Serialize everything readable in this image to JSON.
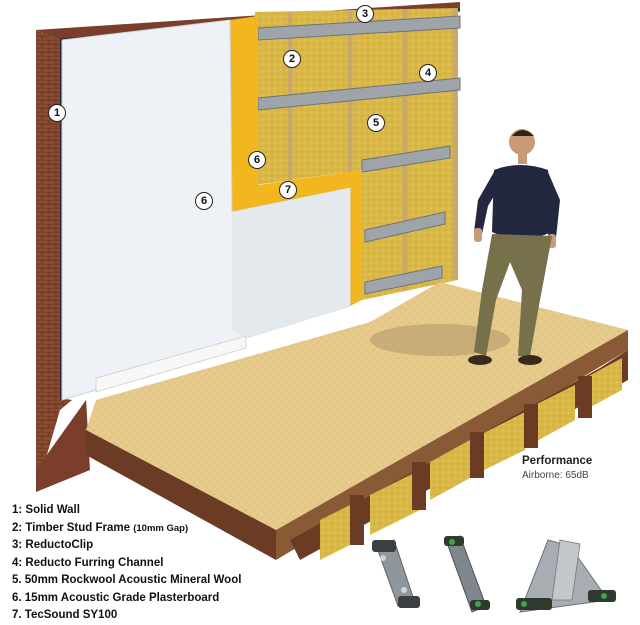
{
  "callouts": {
    "solid_wall": "1",
    "stud_frame": "2",
    "reductoclip": "3",
    "furring_channel": "4",
    "mineral_wool": "5",
    "plasterboard_inner": "6",
    "plasterboard_face": "6",
    "tecsound": "7"
  },
  "legend": {
    "items": [
      {
        "text": "1: Solid Wall",
        "note": ""
      },
      {
        "text": "2: Timber Stud Frame ",
        "note": "(10mm Gap)"
      },
      {
        "text": "3: ReductoClip",
        "note": ""
      },
      {
        "text": "4: Reducto Furring Channel",
        "note": ""
      },
      {
        "text": "5. 50mm Rockwool Acoustic Mineral Wool",
        "note": ""
      },
      {
        "text": "6. 15mm Acoustic Grade Plasterboard",
        "note": ""
      },
      {
        "text": "7. TecSound SY100",
        "note": ""
      }
    ]
  },
  "performance": {
    "title": "Performance",
    "airborne": "Airborne: 65dB"
  },
  "colors": {
    "brick": "#8a4a32",
    "plasterboard": "#eef2f6",
    "tecsound_yellow": "#f2b61e",
    "mineral_wool": "#d9b848",
    "channel": "#9ea4aa",
    "floor": "#e6ca8c",
    "joist": "#6b3b24",
    "shirt": "#232840",
    "trousers": "#77714b"
  }
}
